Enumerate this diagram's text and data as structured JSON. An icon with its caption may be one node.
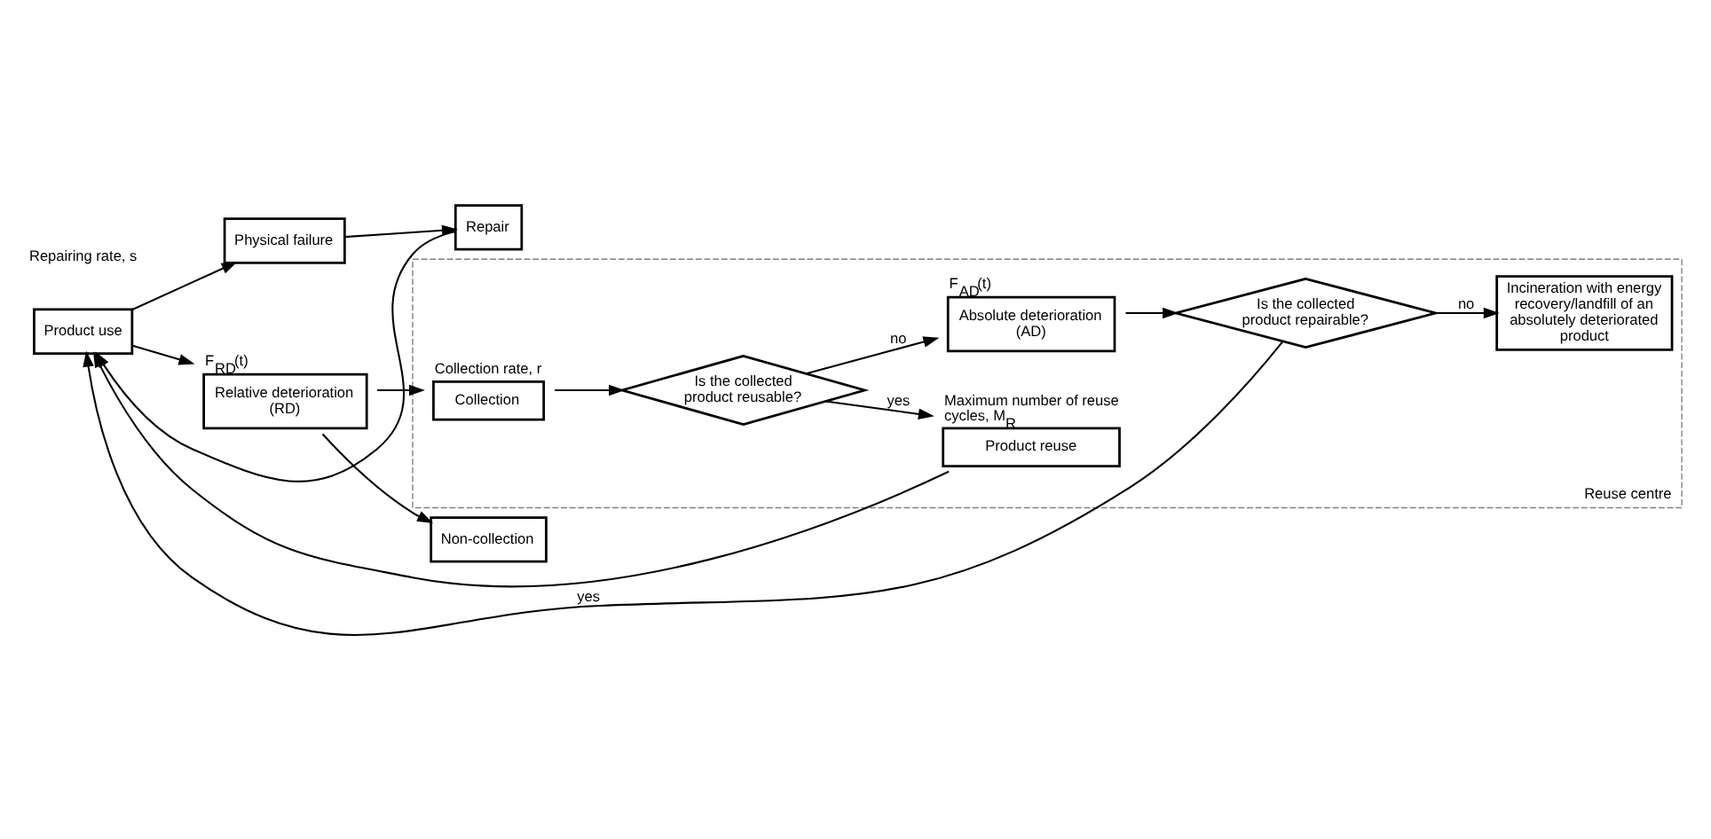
{
  "diagram": {
    "nodes": [
      {
        "text": [
          "Product use"
        ]
      },
      {
        "text": [
          "Physical failure"
        ]
      },
      {
        "text": [
          "Repair"
        ]
      },
      {
        "text": [
          "Relative deterioration (RD)"
        ],
        "beside": [
          "F$_{RD}$(t)"
        ]
      },
      {
        "text": [
          "Reuse centre"
        ]
      },
      {
        "text": [
          "Collection"
        ],
        "in": 4,
        "beside": [
          "Collection rate, r"
        ]
      },
      {
        "text": [
          "Is the collected product reusable?"
        ],
        "in": 4
      },
      {
        "text": [
          "Product reuse"
        ],
        "in": 4,
        "beside": [
          "Maximum number of reuse cycles, M$_{R}$"
        ]
      },
      {
        "text": [
          "Non-collection"
        ]
      },
      {
        "text": [
          "Absolute deterioration (AD)"
        ],
        "in": 4,
        "beside": [
          "F$_{AD}$(t)"
        ]
      },
      {
        "text": [
          "Is the collected product repairable?"
        ],
        "in": 4
      },
      {
        "text": [
          "Incineration with energy recovery/landfill of an absolutely deteriorated product"
        ],
        "in": 4
      }
    ],
    "edges": [
      {
        "from": 0,
        "to": 1,
        "arrow": "to"
      },
      {
        "from": 1,
        "to": 2,
        "arrow": "to"
      },
      {
        "from": 2,
        "to": 0,
        "arrow": "to"
      },
      {
        "from": 0,
        "to": 3,
        "arrow": "to"
      },
      {
        "from": 3,
        "to": 5,
        "arrow": "to"
      },
      {
        "from": 3,
        "to": 8,
        "arrow": "to"
      },
      {
        "from": 5,
        "to": 6,
        "arrow": "to"
      },
      {
        "from": 6,
        "to": 7,
        "arrow": "to",
        "label": "yes"
      },
      {
        "from": 6,
        "to": 9,
        "arrow": "to",
        "label": "no"
      },
      {
        "from": 9,
        "to": 10,
        "arrow": "to"
      },
      {
        "from": 10,
        "to": 0,
        "arrow": "to",
        "label": "yes"
      },
      {
        "from": 10,
        "to": 11,
        "arrow": "to",
        "label": "no"
      },
      {
        "from": 7,
        "to": 0,
        "arrow": "to"
      }
    ],
    "labels": [
      "Repairing rate, s"
    ]
  }
}
